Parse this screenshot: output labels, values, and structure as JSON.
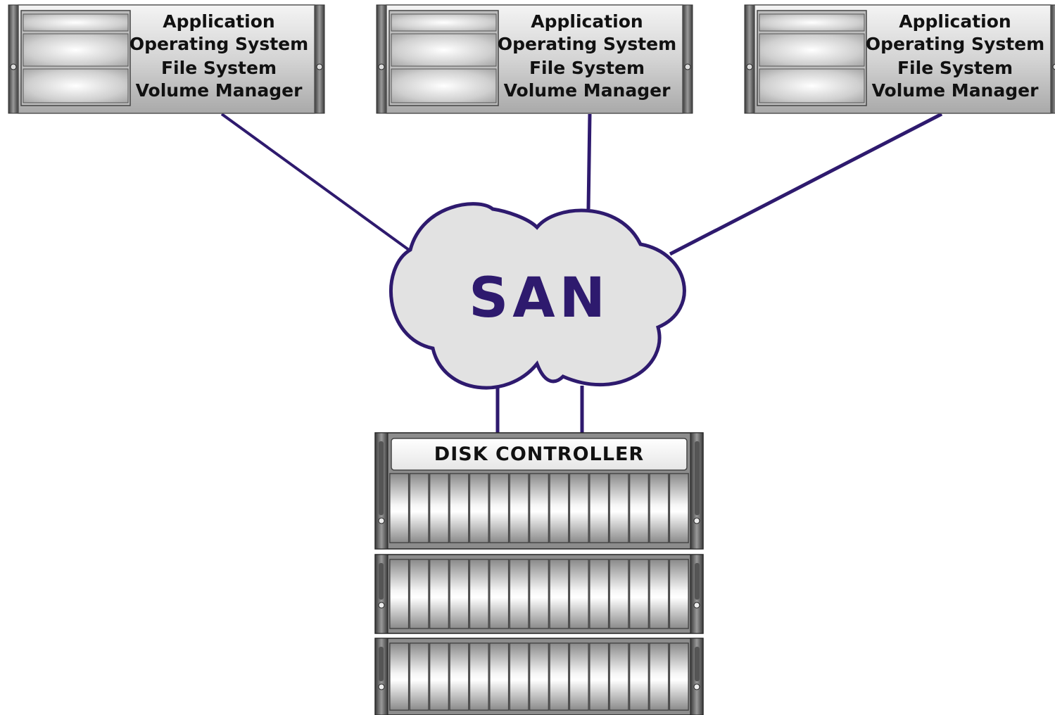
{
  "colors": {
    "link": "#2e1a6e",
    "cloud_fill": "#e2e2e2",
    "cloud_stroke": "#2e1a6e",
    "cloud_text": "#2e1a6e",
    "chassis": "#c9c9c9"
  },
  "servers": [
    {
      "lines": [
        "Application",
        "Operating System",
        "File System",
        "Volume Manager"
      ]
    },
    {
      "lines": [
        "Application",
        "Operating System",
        "File System",
        "Volume Manager"
      ]
    },
    {
      "lines": [
        "Application",
        "Operating System",
        "File System",
        "Volume Manager"
      ]
    }
  ],
  "network": {
    "label": "SAN"
  },
  "storage": {
    "controller_label": "DISK CONTROLLER",
    "disks_per_shelf": 15,
    "shelf_count": 3
  }
}
